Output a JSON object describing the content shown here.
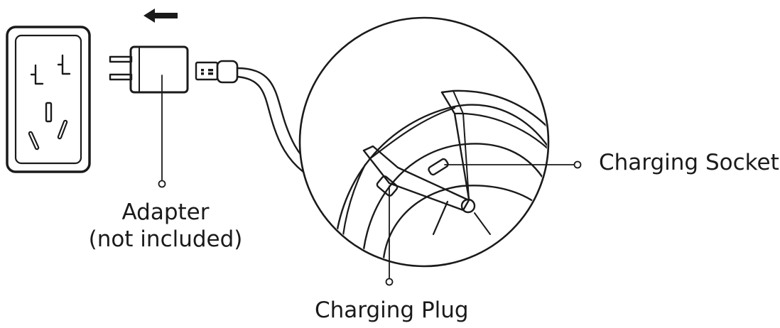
{
  "labels": {
    "adapter_line1": "Adapter",
    "adapter_line2": "(not included)",
    "charging_socket": "Charging Socket",
    "charging_plug": "Charging Plug"
  },
  "icons": {
    "wall_outlet": "wall-outlet-icon",
    "adapter": "power-adapter-icon",
    "direction_arrow": "arrow-left-icon",
    "usb_connector": "usb-connector-icon"
  },
  "colors": {
    "ink": "#1a1a1a",
    "background": "#ffffff"
  }
}
